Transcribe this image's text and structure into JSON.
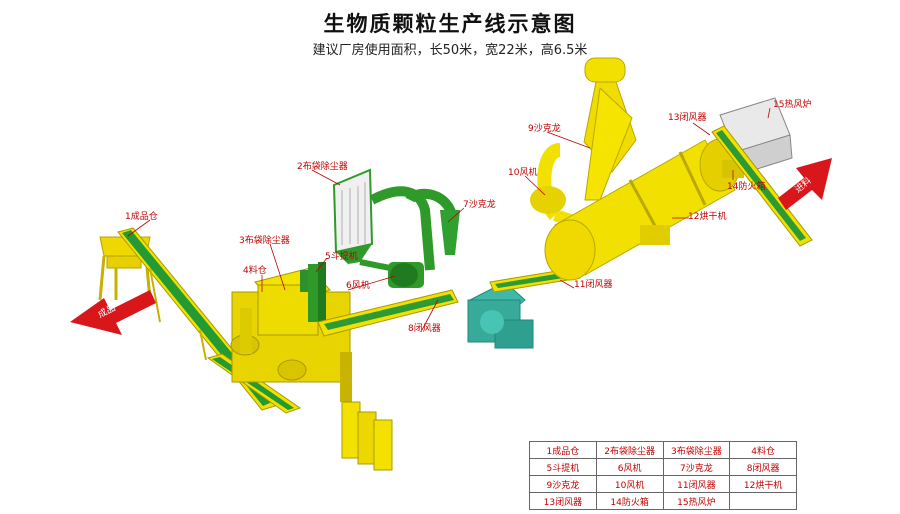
{
  "title": "生物质颗粒生产线示意图",
  "subtitle": "建议厂房使用面积，长50米，宽22米，高6.5米",
  "arrows": {
    "out": "成品",
    "in": "进料"
  },
  "labels": {
    "l1": "1成品仓",
    "l2": "2布袋除尘器",
    "l3": "3布袋除尘器",
    "l4": "4料仓",
    "l5": "5斗提机",
    "l6": "6风机",
    "l7": "7沙克龙",
    "l8": "8闭风器",
    "l9": "9沙克龙",
    "l10": "10风机",
    "l11": "11闭风器",
    "l12": "12烘干机",
    "l13": "13闭风器",
    "l14": "14防火箱",
    "l15": "15热风炉"
  },
  "legend": [
    [
      "1成品仓",
      "2布袋除尘器",
      "3布袋除尘器",
      "4料仓"
    ],
    [
      "5斗提机",
      "6风机",
      "7沙克龙",
      "8闭风器"
    ],
    [
      "9沙克龙",
      "10风机",
      "11闭风器",
      "12烘干机"
    ],
    [
      "13闭风器",
      "14防火箱",
      "15热风炉",
      ""
    ]
  ],
  "colors": {
    "yellow": "#f2e000",
    "green": "#2f9a2a",
    "teal": "#3fb8a8",
    "red": "#d9161a"
  }
}
